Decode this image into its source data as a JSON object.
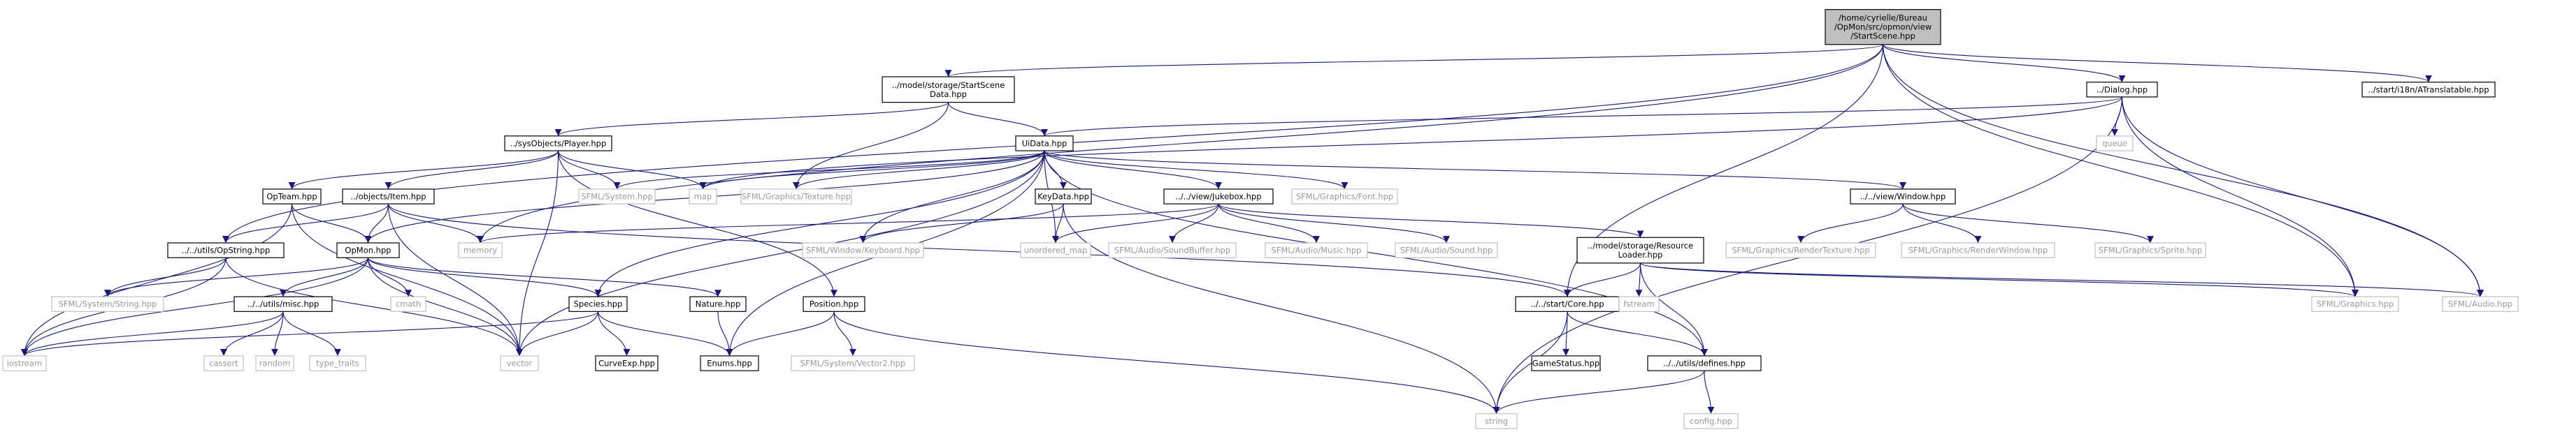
{
  "diagram": {
    "colors": {
      "edge": "#191970",
      "node_border": "#000000",
      "external_border": "#bfbfbf",
      "external_text": "#999999",
      "root_fill": "#bfbfbf",
      "background": "#ffffff"
    },
    "nodes": {
      "root": {
        "lines": [
          "/home/cyrielle/Bureau",
          "/OpMon/src/opmon/view",
          "/StartScene.hpp"
        ],
        "kind": "root"
      },
      "startscenedata": {
        "lines": [
          "../model/storage/StartScene",
          "Data.hpp"
        ],
        "kind": "normal"
      },
      "dialog": {
        "lines": [
          "../Dialog.hpp"
        ],
        "kind": "normal"
      },
      "atranslatable": {
        "lines": [
          "../start/i18n/ATranslatable.hpp"
        ],
        "kind": "normal"
      },
      "player": {
        "lines": [
          "../sysObjects/Player.hpp"
        ],
        "kind": "normal"
      },
      "uidata": {
        "lines": [
          "UiData.hpp"
        ],
        "kind": "normal"
      },
      "queue": {
        "lines": [
          "queue"
        ],
        "kind": "external"
      },
      "opteam": {
        "lines": [
          "OpTeam.hpp"
        ],
        "kind": "normal"
      },
      "item": {
        "lines": [
          "../objects/Item.hpp"
        ],
        "kind": "normal"
      },
      "sfml_system": {
        "lines": [
          "SFML/System.hpp"
        ],
        "kind": "external"
      },
      "map": {
        "lines": [
          "map"
        ],
        "kind": "external"
      },
      "sfml_texture": {
        "lines": [
          "SFML/Graphics/Texture.hpp"
        ],
        "kind": "external"
      },
      "keydata": {
        "lines": [
          "KeyData.hpp"
        ],
        "kind": "normal"
      },
      "jukebox": {
        "lines": [
          "../../view/Jukebox.hpp"
        ],
        "kind": "normal"
      },
      "sfml_font": {
        "lines": [
          "SFML/Graphics/Font.hpp"
        ],
        "kind": "external"
      },
      "window": {
        "lines": [
          "../../view/Window.hpp"
        ],
        "kind": "normal"
      },
      "opstring": {
        "lines": [
          "../../utils/OpString.hpp"
        ],
        "kind": "normal"
      },
      "opmon": {
        "lines": [
          "OpMon.hpp"
        ],
        "kind": "normal"
      },
      "memory": {
        "lines": [
          "memory"
        ],
        "kind": "external"
      },
      "sfml_keyboard": {
        "lines": [
          "SFML/Window/Keyboard.hpp"
        ],
        "kind": "external"
      },
      "unordered_map": {
        "lines": [
          "unordered_map"
        ],
        "kind": "external"
      },
      "sfml_soundbuffer": {
        "lines": [
          "SFML/Audio/SoundBuffer.hpp"
        ],
        "kind": "external"
      },
      "sfml_music": {
        "lines": [
          "SFML/Audio/Music.hpp"
        ],
        "kind": "external"
      },
      "sfml_sound": {
        "lines": [
          "SFML/Audio/Sound.hpp"
        ],
        "kind": "external"
      },
      "resourceloader": {
        "lines": [
          "../model/storage/Resource",
          "Loader.hpp"
        ],
        "kind": "normal"
      },
      "sfml_rendertexture": {
        "lines": [
          "SFML/Graphics/RenderTexture.hpp"
        ],
        "kind": "external"
      },
      "sfml_renderwindow": {
        "lines": [
          "SFML/Graphics/RenderWindow.hpp"
        ],
        "kind": "external"
      },
      "sfml_sprite": {
        "lines": [
          "SFML/Graphics/Sprite.hpp"
        ],
        "kind": "external"
      },
      "sfml_string": {
        "lines": [
          "SFML/System/String.hpp"
        ],
        "kind": "external"
      },
      "misc": {
        "lines": [
          "../../utils/misc.hpp"
        ],
        "kind": "normal"
      },
      "cmath": {
        "lines": [
          "cmath"
        ],
        "kind": "external"
      },
      "species": {
        "lines": [
          "Species.hpp"
        ],
        "kind": "normal"
      },
      "nature": {
        "lines": [
          "Nature.hpp"
        ],
        "kind": "normal"
      },
      "position": {
        "lines": [
          "Position.hpp"
        ],
        "kind": "normal"
      },
      "core": {
        "lines": [
          "../../start/Core.hpp"
        ],
        "kind": "normal"
      },
      "fstream": {
        "lines": [
          "fstream"
        ],
        "kind": "external"
      },
      "sfml_graphics": {
        "lines": [
          "SFML/Graphics.hpp"
        ],
        "kind": "external"
      },
      "sfml_audio": {
        "lines": [
          "SFML/Audio.hpp"
        ],
        "kind": "external"
      },
      "iostream": {
        "lines": [
          "iostream"
        ],
        "kind": "external"
      },
      "cassert": {
        "lines": [
          "cassert"
        ],
        "kind": "external"
      },
      "random": {
        "lines": [
          "random"
        ],
        "kind": "external"
      },
      "type_traits": {
        "lines": [
          "type_traits"
        ],
        "kind": "external"
      },
      "vector": {
        "lines": [
          "vector"
        ],
        "kind": "external"
      },
      "curveexp": {
        "lines": [
          "CurveExp.hpp"
        ],
        "kind": "normal"
      },
      "enums": {
        "lines": [
          "Enums.hpp"
        ],
        "kind": "normal"
      },
      "sfml_vector2": {
        "lines": [
          "SFML/System/Vector2.hpp"
        ],
        "kind": "external"
      },
      "gamestatus": {
        "lines": [
          "GameStatus.hpp"
        ],
        "kind": "normal"
      },
      "defines": {
        "lines": [
          "../../utils/defines.hpp"
        ],
        "kind": "normal"
      },
      "string": {
        "lines": [
          "string"
        ],
        "kind": "external"
      },
      "config": {
        "lines": [
          "config.hpp"
        ],
        "kind": "external"
      }
    },
    "edges": [
      [
        "root",
        "startscenedata"
      ],
      [
        "root",
        "dialog"
      ],
      [
        "root",
        "atranslatable"
      ],
      [
        "root",
        "opstring"
      ],
      [
        "root",
        "memory"
      ],
      [
        "root",
        "core"
      ],
      [
        "root",
        "sfml_graphics"
      ],
      [
        "root",
        "sfml_audio"
      ],
      [
        "startscenedata",
        "player"
      ],
      [
        "startscenedata",
        "uidata"
      ],
      [
        "startscenedata",
        "sfml_texture"
      ],
      [
        "dialog",
        "uidata"
      ],
      [
        "dialog",
        "queue"
      ],
      [
        "dialog",
        "map"
      ],
      [
        "dialog",
        "sfml_graphics"
      ],
      [
        "dialog",
        "sfml_audio"
      ],
      [
        "dialog",
        "string"
      ],
      [
        "player",
        "opteam"
      ],
      [
        "player",
        "item"
      ],
      [
        "player",
        "sfml_system"
      ],
      [
        "player",
        "map"
      ],
      [
        "player",
        "vector"
      ],
      [
        "player",
        "position"
      ],
      [
        "uidata",
        "sfml_system"
      ],
      [
        "uidata",
        "map"
      ],
      [
        "uidata",
        "sfml_texture"
      ],
      [
        "uidata",
        "keydata"
      ],
      [
        "uidata",
        "jukebox"
      ],
      [
        "uidata",
        "sfml_font"
      ],
      [
        "uidata",
        "window"
      ],
      [
        "uidata",
        "opmon"
      ],
      [
        "uidata",
        "species"
      ],
      [
        "uidata",
        "unordered_map"
      ],
      [
        "uidata",
        "vector"
      ],
      [
        "uidata",
        "enums"
      ],
      [
        "uidata",
        "sfml_keyboard"
      ],
      [
        "uidata",
        "defines"
      ],
      [
        "opteam",
        "opmon"
      ],
      [
        "opteam",
        "iostream"
      ],
      [
        "opteam",
        "vector"
      ],
      [
        "item",
        "opstring"
      ],
      [
        "item",
        "opmon"
      ],
      [
        "item",
        "memory"
      ],
      [
        "item",
        "vector"
      ],
      [
        "item",
        "core"
      ],
      [
        "keydata",
        "sfml_keyboard"
      ],
      [
        "keydata",
        "unordered_map"
      ],
      [
        "keydata",
        "string"
      ],
      [
        "jukebox",
        "memory"
      ],
      [
        "jukebox",
        "unordered_map"
      ],
      [
        "jukebox",
        "sfml_soundbuffer"
      ],
      [
        "jukebox",
        "sfml_music"
      ],
      [
        "jukebox",
        "sfml_sound"
      ],
      [
        "jukebox",
        "resourceloader"
      ],
      [
        "window",
        "sfml_rendertexture"
      ],
      [
        "window",
        "sfml_renderwindow"
      ],
      [
        "window",
        "sfml_sprite"
      ],
      [
        "opstring",
        "sfml_string"
      ],
      [
        "opstring",
        "iostream"
      ],
      [
        "opstring",
        "vector"
      ],
      [
        "opmon",
        "sfml_string"
      ],
      [
        "opmon",
        "misc"
      ],
      [
        "opmon",
        "cmath"
      ],
      [
        "opmon",
        "species"
      ],
      [
        "opmon",
        "nature"
      ],
      [
        "opmon",
        "iostream"
      ],
      [
        "opmon",
        "vector"
      ],
      [
        "resourceloader",
        "core"
      ],
      [
        "resourceloader",
        "fstream"
      ],
      [
        "resourceloader",
        "sfml_graphics"
      ],
      [
        "resourceloader",
        "sfml_audio"
      ],
      [
        "resourceloader",
        "defines"
      ],
      [
        "misc",
        "cassert"
      ],
      [
        "misc",
        "random"
      ],
      [
        "misc",
        "type_traits"
      ],
      [
        "misc",
        "iostream"
      ],
      [
        "species",
        "iostream"
      ],
      [
        "species",
        "vector"
      ],
      [
        "species",
        "curveexp"
      ],
      [
        "species",
        "enums"
      ],
      [
        "nature",
        "enums"
      ],
      [
        "position",
        "enums"
      ],
      [
        "position",
        "sfml_vector2"
      ],
      [
        "position",
        "string"
      ],
      [
        "core",
        "gamestatus"
      ],
      [
        "core",
        "defines"
      ],
      [
        "core",
        "string"
      ],
      [
        "defines",
        "config"
      ],
      [
        "defines",
        "string"
      ]
    ]
  }
}
